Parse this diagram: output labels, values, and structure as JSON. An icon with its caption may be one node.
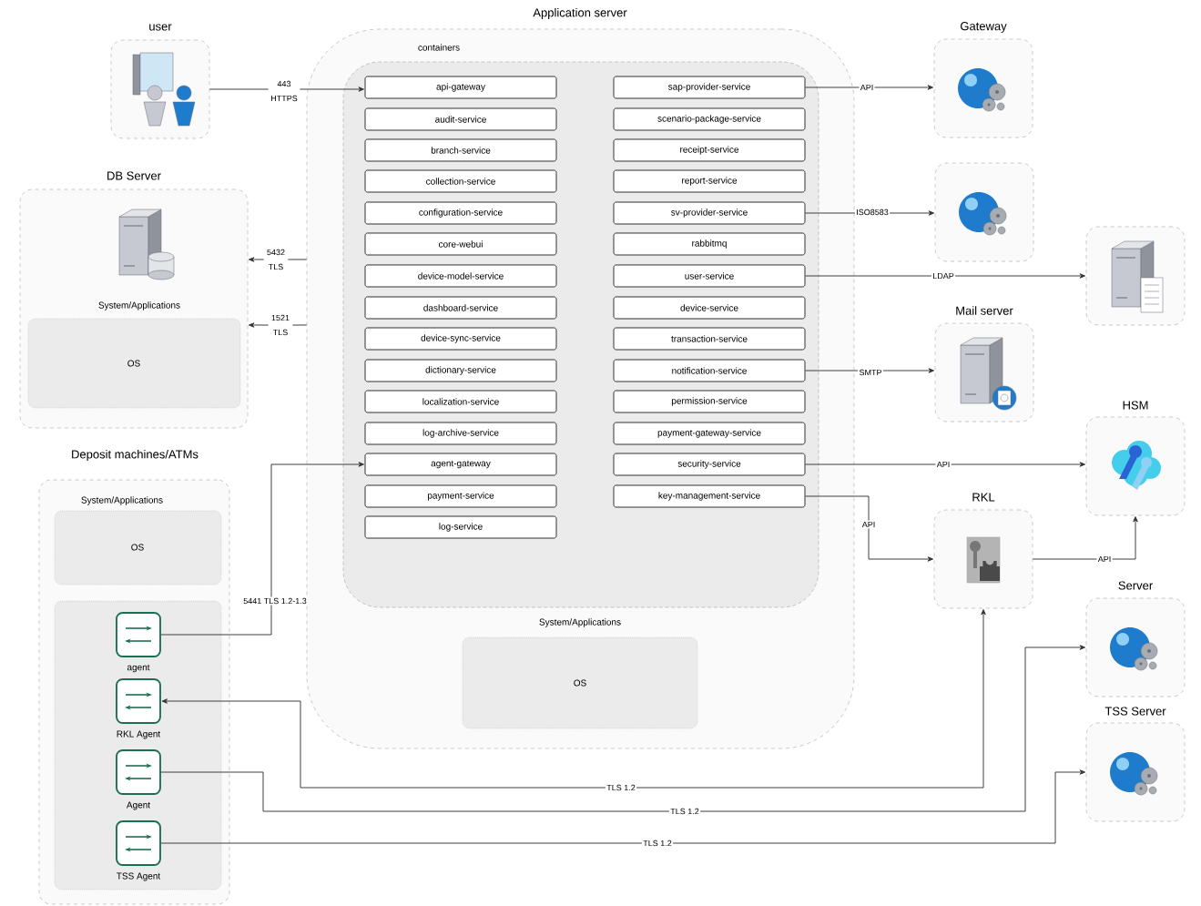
{
  "diagram": {
    "nodes": [
      {
        "text": [
          "user"
        ]
      },
      {
        "text": [
          "Application server"
        ]
      },
      {
        "text": [
          "containers"
        ],
        "in": 1
      },
      {
        "text": [
          "api-gateway"
        ],
        "in": 2
      },
      {
        "text": [
          "audit-service"
        ],
        "in": 2
      },
      {
        "text": [
          "branch-service"
        ],
        "in": 2
      },
      {
        "text": [
          "collection-service"
        ],
        "in": 2
      },
      {
        "text": [
          "configuration-service"
        ],
        "in": 2
      },
      {
        "text": [
          "core-webui"
        ],
        "in": 2
      },
      {
        "text": [
          "device-model-service"
        ],
        "in": 2
      },
      {
        "text": [
          "dashboard-service"
        ],
        "in": 2
      },
      {
        "text": [
          "device-sync-service"
        ],
        "in": 2
      },
      {
        "text": [
          "dictionary-service"
        ],
        "in": 2
      },
      {
        "text": [
          "localization-service"
        ],
        "in": 2
      },
      {
        "text": [
          "log-archive-service"
        ],
        "in": 2
      },
      {
        "text": [
          "agent-gateway"
        ],
        "in": 2
      },
      {
        "text": [
          "payment-service"
        ],
        "in": 2
      },
      {
        "text": [
          "log-service"
        ],
        "in": 2
      },
      {
        "text": [
          "sap-provider-service"
        ],
        "in": 2
      },
      {
        "text": [
          "scenario-package-service"
        ],
        "in": 2
      },
      {
        "text": [
          "receipt-service"
        ],
        "in": 2
      },
      {
        "text": [
          "report-service"
        ],
        "in": 2
      },
      {
        "text": [
          "sv-provider-service"
        ],
        "in": 2
      },
      {
        "text": [
          "rabbitmq"
        ],
        "in": 2
      },
      {
        "text": [
          "user-service"
        ],
        "in": 2
      },
      {
        "text": [
          "device-service"
        ],
        "in": 2
      },
      {
        "text": [
          "transaction-service"
        ],
        "in": 2
      },
      {
        "text": [
          "notification-service"
        ],
        "in": 2
      },
      {
        "text": [
          "permission-service"
        ],
        "in": 2
      },
      {
        "text": [
          "payment-gateway-service"
        ],
        "in": 2
      },
      {
        "text": [
          "security-service"
        ],
        "in": 2
      },
      {
        "text": [
          "key-management-service"
        ],
        "in": 2
      },
      {
        "text": [
          "System/Applications",
          "OS"
        ],
        "in": 1
      },
      {
        "text": [
          "DB Server"
        ]
      },
      {
        "text": [
          "System/Applications",
          "OS"
        ],
        "in": 33
      },
      {
        "text": [
          "Deposit machines/ATMs"
        ]
      },
      {
        "text": [
          "System/Applications",
          "OS"
        ],
        "in": 35
      },
      {
        "text": [],
        "shape": "box",
        "in": 35
      },
      {
        "text": [
          "agent"
        ],
        "in": 37
      },
      {
        "text": [
          "RKL Agent"
        ],
        "in": 37
      },
      {
        "text": [
          "Agent"
        ],
        "in": 37
      },
      {
        "text": [
          "TSS Agent"
        ],
        "in": 37
      },
      {
        "text": [
          "Gateway"
        ]
      },
      {
        "text": [],
        "shape": "box"
      },
      {
        "text": [],
        "shape": "box"
      },
      {
        "text": [
          "Mail server"
        ]
      },
      {
        "text": [
          "HSM"
        ]
      },
      {
        "text": [
          "RKL"
        ]
      },
      {
        "text": [
          "Server"
        ]
      },
      {
        "text": [
          "TSS Server"
        ]
      }
    ],
    "edges": [
      {
        "from": 0,
        "to": 3,
        "arrow": "to",
        "label": "443 HTTPS"
      },
      {
        "from": 1,
        "to": 33,
        "arrow": "to",
        "label": "5432 TLS"
      },
      {
        "from": 1,
        "to": 33,
        "arrow": "to",
        "label": "1521 TLS"
      },
      {
        "from": 38,
        "to": 15,
        "arrow": "to",
        "label": "5441 TLS 1.2-1.3"
      },
      {
        "from": 18,
        "to": 42,
        "arrow": "to",
        "label": "API"
      },
      {
        "from": 22,
        "to": 43,
        "arrow": "to",
        "label": "ISO8583"
      },
      {
        "from": 24,
        "to": 44,
        "arrow": "to",
        "label": "LDAP"
      },
      {
        "from": 27,
        "to": 45,
        "arrow": "to",
        "label": "SMTP"
      },
      {
        "from": 30,
        "to": 46,
        "arrow": "to",
        "label": "API"
      },
      {
        "from": 31,
        "to": 47,
        "arrow": "to",
        "label": "API"
      },
      {
        "from": 47,
        "to": 46,
        "arrow": "to",
        "label": "API"
      },
      {
        "from": 39,
        "to": 47,
        "arrow": "both",
        "label": "TLS 1.2"
      },
      {
        "from": 40,
        "to": 48,
        "arrow": "to",
        "label": "TLS 1.2"
      },
      {
        "from": 41,
        "to": 49,
        "arrow": "to",
        "label": "TLS 1.2"
      }
    ]
  }
}
